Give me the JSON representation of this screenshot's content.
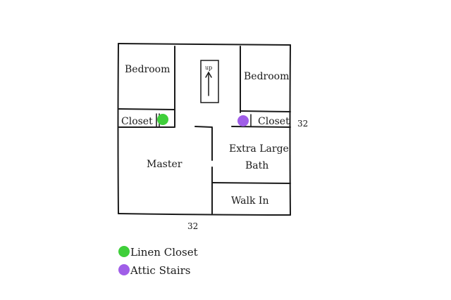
{
  "rooms": {
    "bedroom_left": "Bedroom",
    "bedroom_right": "Bedroom",
    "closet_left": "Closet",
    "closet_right": "Closet",
    "master": "Master",
    "extra_large_bath_line1": "Extra Large",
    "extra_large_bath_line2": "Bath",
    "walk_in": "Walk In"
  },
  "dimensions": {
    "width": "32",
    "depth": "32"
  },
  "stair_mark": "up",
  "legend": [
    {
      "label": "Linen Closet",
      "color": "#3fcf3a"
    },
    {
      "label": "Attic Stairs",
      "color": "#a05ee8"
    }
  ],
  "colors": {
    "linen_closet_marker": "#3fcf3a",
    "attic_stairs_marker": "#a05ee8",
    "ink": "#1a1a1a"
  }
}
